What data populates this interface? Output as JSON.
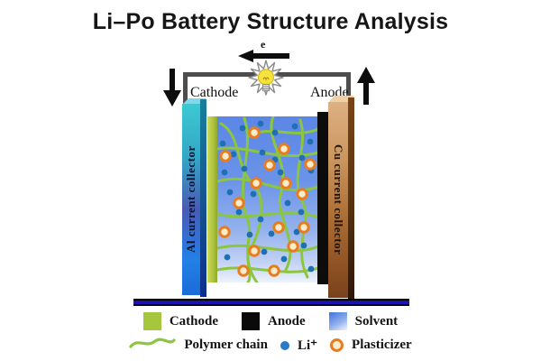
{
  "title": "Li–Po Battery Structure Analysis",
  "circuit": {
    "electron_label": "e",
    "cathode_label": "Cathode",
    "anode_label": "Anode"
  },
  "battery": {
    "al_collector_label": "Al current collector",
    "cu_collector_label": "Cu current collector"
  },
  "legend": {
    "items": [
      {
        "label": "Cathode",
        "swatch": "green-square"
      },
      {
        "label": "Anode",
        "swatch": "black-square"
      },
      {
        "label": "Solvent",
        "swatch": "blue-gradient-square"
      },
      {
        "label": "Polymer chain",
        "swatch": "green-wavy-line"
      },
      {
        "label": "Li⁺",
        "swatch": "blue-dot"
      },
      {
        "label": "Plasticizer",
        "swatch": "orange-ring"
      }
    ]
  },
  "colors": {
    "cathode_green": "#a6c63e",
    "anode_black": "#0c0c0c",
    "solvent_blue": "#5b86e6",
    "polymer_green": "#8cc63f",
    "li_ion_blue": "#1f6fb5",
    "plasticizer_ring": "#e87c1e",
    "plasticizer_fill": "#f8ecca",
    "base_bar_navy": "#1c12b0",
    "aluminum_cyan": "#32a7c6",
    "copper_brown": "#a8672f",
    "wire_gray": "#4d4d4d"
  },
  "electrolyte": {
    "polymer_paths": [
      "M4,8 C28,22 18,55 42,78 C55,92 48,130 36,148 C30,160 40,175 34,184",
      "M30,2 C42,38 18,76 34,116 C40,132 24,156 44,184",
      "M62,0 C52,28 82,48 70,88 C64,108 92,140 76,170",
      "M92,4 C102,38 78,66 96,98 C104,116 84,148 100,178",
      "M0,36 C30,30 70,52 112,40",
      "M0,72 C40,60 70,92 112,78",
      "M0,108 C35,118 78,98 112,112",
      "M0,146 C40,136 80,158 112,144",
      "M0,170 C35,162 75,180 112,168",
      "M112,14 C84,26 58,8 36,22"
    ],
    "li_ions": [
      [
        6,
        30
      ],
      [
        18,
        42
      ],
      [
        28,
        13
      ],
      [
        48,
        8
      ],
      [
        64,
        18
      ],
      [
        86,
        11
      ],
      [
        103,
        28
      ],
      [
        64,
        48
      ],
      [
        94,
        46
      ],
      [
        8,
        62
      ],
      [
        30,
        58
      ],
      [
        50,
        40
      ],
      [
        14,
        84
      ],
      [
        40,
        86
      ],
      [
        70,
        62
      ],
      [
        104,
        60
      ],
      [
        24,
        106
      ],
      [
        48,
        114
      ],
      [
        78,
        96
      ],
      [
        93,
        106
      ],
      [
        36,
        131
      ],
      [
        60,
        130
      ],
      [
        88,
        128
      ],
      [
        11,
        156
      ],
      [
        52,
        150
      ],
      [
        74,
        158
      ],
      [
        96,
        143
      ],
      [
        30,
        170
      ],
      [
        62,
        174
      ],
      [
        104,
        169
      ]
    ],
    "plasticizers": [
      [
        41,
        18
      ],
      [
        74,
        36
      ],
      [
        9,
        44
      ],
      [
        58,
        54
      ],
      [
        103,
        53
      ],
      [
        43,
        74
      ],
      [
        76,
        74
      ],
      [
        94,
        86
      ],
      [
        24,
        96
      ],
      [
        8,
        128
      ],
      [
        68,
        123
      ],
      [
        96,
        123
      ],
      [
        41,
        149
      ],
      [
        84,
        144
      ],
      [
        29,
        171
      ],
      [
        63,
        171
      ]
    ]
  }
}
